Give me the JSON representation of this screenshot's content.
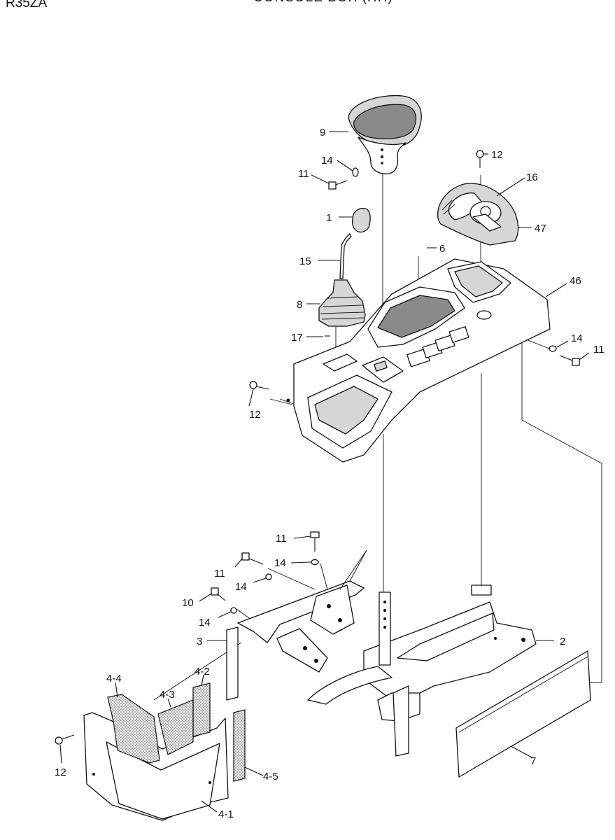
{
  "header": {
    "model": "R35ZA",
    "title": "CONSOLE BOX (RH)"
  },
  "callouts": {
    "c1": "1",
    "c2": "2",
    "c3": "3",
    "c4_1": "4-1",
    "c4_2": "4-2",
    "c4_3": "4-3",
    "c4_4": "4-4",
    "c4_5": "4-5",
    "c6": "6",
    "c7": "7",
    "c8": "8",
    "c9": "9",
    "c10": "10",
    "c11a": "11",
    "c11b": "11",
    "c11c": "11",
    "c11d": "11",
    "c12a": "12",
    "c12b": "12",
    "c12c": "12",
    "c14a": "14",
    "c14b": "14",
    "c14c": "14",
    "c14d": "14",
    "c14e": "14",
    "c15": "15",
    "c16": "16",
    "c17": "17",
    "c46": "46",
    "c47": "47"
  }
}
